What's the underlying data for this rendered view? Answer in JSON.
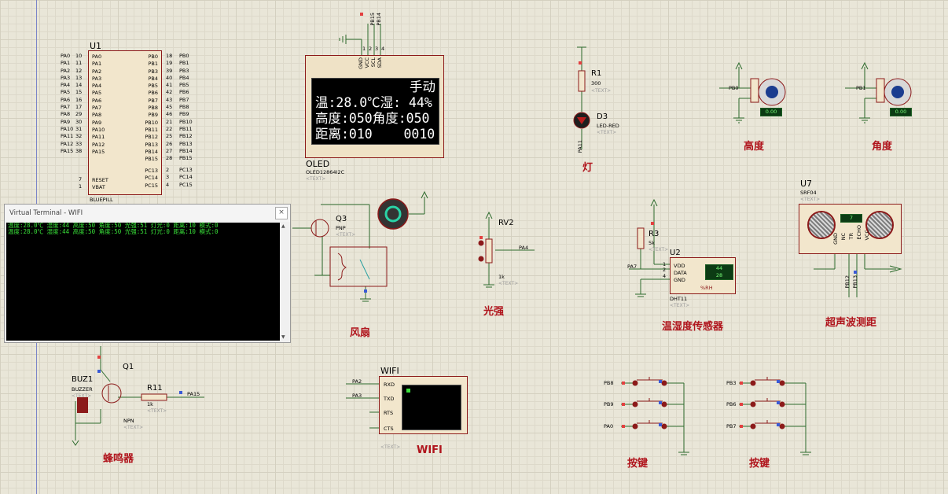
{
  "mcu": {
    "ref": "U1",
    "part": "BLUEPILL",
    "left_pins": [
      {
        "num": "10",
        "name": "PA0",
        "net": "PA0"
      },
      {
        "num": "11",
        "name": "PA1",
        "net": "PA1"
      },
      {
        "num": "12",
        "name": "PA2",
        "net": "PA2"
      },
      {
        "num": "13",
        "name": "PA3",
        "net": "PA3"
      },
      {
        "num": "14",
        "name": "PA4",
        "net": "PA4"
      },
      {
        "num": "15",
        "name": "PA5",
        "net": "PA5"
      },
      {
        "num": "16",
        "name": "PA6",
        "net": "PA6"
      },
      {
        "num": "17",
        "name": "PA7",
        "net": "PA7"
      },
      {
        "num": "29",
        "name": "PA8",
        "net": "PA8"
      },
      {
        "num": "30",
        "name": "PA9",
        "net": "PA9"
      },
      {
        "num": "31",
        "name": "PA10",
        "net": "PA10"
      },
      {
        "num": "32",
        "name": "PA11",
        "net": "PA11"
      },
      {
        "num": "33",
        "name": "PA12",
        "net": "PA12"
      },
      {
        "num": "38",
        "name": "PA15",
        "net": "PA15"
      }
    ],
    "right_pins": [
      {
        "num": "18",
        "name": "PB0",
        "net": "PB0"
      },
      {
        "num": "19",
        "name": "PB1",
        "net": "PB1"
      },
      {
        "num": "39",
        "name": "PB3",
        "net": "PB3"
      },
      {
        "num": "40",
        "name": "PB4",
        "net": "PB4"
      },
      {
        "num": "41",
        "name": "PB5",
        "net": "PB5"
      },
      {
        "num": "42",
        "name": "PB6",
        "net": "PB6"
      },
      {
        "num": "43",
        "name": "PB7",
        "net": "PB7"
      },
      {
        "num": "45",
        "name": "PB8",
        "net": "PB8"
      },
      {
        "num": "46",
        "name": "PB9",
        "net": "PB9"
      },
      {
        "num": "21",
        "name": "PB10",
        "net": "PB10"
      },
      {
        "num": "22",
        "name": "PB11",
        "net": "PB11"
      },
      {
        "num": "25",
        "name": "PB12",
        "net": "PB12"
      },
      {
        "num": "26",
        "name": "PB13",
        "net": "PB13"
      },
      {
        "num": "27",
        "name": "PB14",
        "net": "PB14"
      },
      {
        "num": "28",
        "name": "PB15",
        "net": "PB15"
      }
    ],
    "pc_pins": [
      {
        "num": "2",
        "name": "PC13",
        "net": "PC13"
      },
      {
        "num": "3",
        "name": "PC14",
        "net": "PC14"
      },
      {
        "num": "4",
        "name": "PC15",
        "net": "PC15"
      }
    ],
    "reset": {
      "num": "7",
      "name": "RESET"
    },
    "vbat": {
      "num": "1",
      "name": "VBAT"
    }
  },
  "oled": {
    "ref": "OLED",
    "part": "OLED12864I2C",
    "text_tag": "<TEXT>",
    "pins": [
      "GND",
      "VCC",
      "SCL",
      "SDA"
    ],
    "pin_nums": [
      "1",
      "2",
      "3",
      "4"
    ],
    "nets": [
      "PB15",
      "PB14"
    ],
    "lines": [
      "手动",
      "温:28.0℃湿: 44%",
      "高度:050角度:050",
      "距离:010    0010"
    ]
  },
  "terminal": {
    "title": "Virtual Terminal - WIFI",
    "close": "×",
    "lines": [
      "温度:28.0℃ 湿度:44 高度:50 角度:50 光强:51 灯光:0 距离:10 模式:0",
      "温度:28.0℃ 湿度:44 高度:50 角度:50 光强:51 灯光:0 距离:10 模式:0"
    ]
  },
  "fan": {
    "ref": "Q3",
    "type": "PNP",
    "text_tag": "<TEXT>",
    "label": "风扇"
  },
  "light": {
    "res_ref": "R1",
    "res_val": "300",
    "text_tag": "<TEXT>",
    "led_ref": "D3",
    "led_part": "LED-RED",
    "net": "PA11",
    "label": "灯"
  },
  "servo_height": {
    "net": "PB0",
    "value": "0.00",
    "label": "高度"
  },
  "servo_angle": {
    "net": "PB1",
    "value": "0.00",
    "label": "角度"
  },
  "pot": {
    "ref": "RV2",
    "value": "1k",
    "text_tag": "<TEXT>",
    "net": "PA4",
    "label": "光强"
  },
  "dht": {
    "res_ref": "R3",
    "res_val": "5k",
    "text_tag": "<TEXT>",
    "ref": "U2",
    "part": "DHT11",
    "pins": [
      "VDD",
      "DATA",
      "GND"
    ],
    "pin_nums": [
      "1",
      "2",
      "4"
    ],
    "net": "PA7",
    "temp": "44",
    "hum": "28",
    "unit": "%RH",
    "label": "温湿度传感器"
  },
  "sonar": {
    "ref": "U7",
    "part": "SRF04",
    "text_tag": "<TEXT>",
    "pins": [
      "GND",
      "NC",
      "TR",
      "ECHO",
      "VCC"
    ],
    "nets": [
      "PB12",
      "PB13"
    ],
    "display": "7",
    "label": "超声波测距"
  },
  "buzzer": {
    "ref": "BUZ1",
    "part": "BUZZER",
    "text_tag": "<TEXT>",
    "q_ref": "Q1",
    "q_type": "NPN",
    "res_ref": "R11",
    "res_val": "1k",
    "net": "PA15",
    "label": "蜂鸣器"
  },
  "wifi": {
    "ref": "WIFI",
    "text_tag": "<TEXT>",
    "pins": [
      "RXD",
      "TXD",
      "RTS",
      "CTS"
    ],
    "nets": [
      "PA2",
      "PA3"
    ],
    "label": "WIFI"
  },
  "keys1": {
    "nets": [
      "PB8",
      "PB9",
      "PA0"
    ],
    "label": "按键"
  },
  "keys2": {
    "nets": [
      "PB3",
      "PB6",
      "PB7"
    ],
    "label": "按键"
  }
}
